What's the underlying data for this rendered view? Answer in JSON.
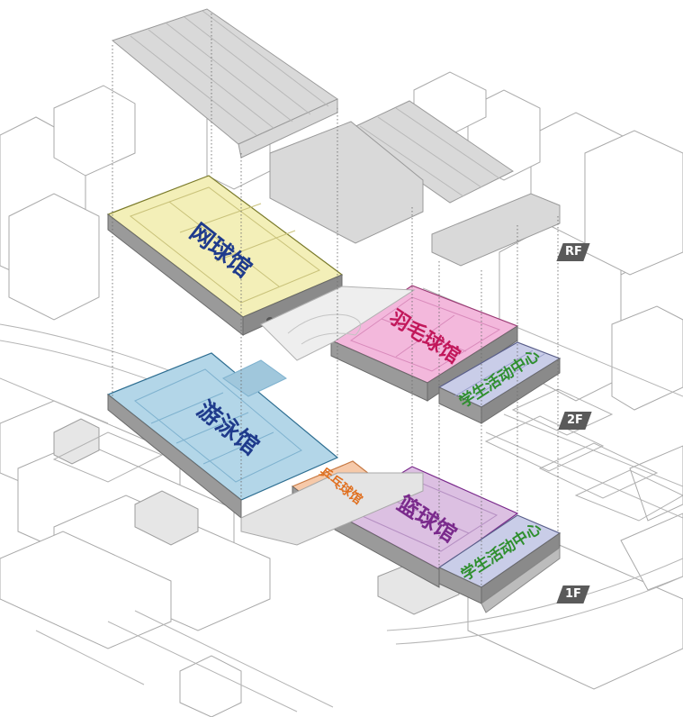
{
  "levels": {
    "roof": "RF",
    "second": "2F",
    "first": "1F"
  },
  "venues": {
    "tennis": "网球馆",
    "badminton": "羽毛球馆",
    "swimming": "游泳馆",
    "table_tennis": "乒乓球馆",
    "basketball": "篮球馆",
    "activity_upper": "学生活动中心",
    "activity_lower": "学生活动中心"
  },
  "colors": {
    "tennis": "#f3efb8",
    "badminton": "#f3b8dc",
    "swimming": "#b3d6e8",
    "table_tennis": "#f6c9a9",
    "basketball": "#dcc0e2",
    "activity": "#c9cde8",
    "label_blue": "#1f3b8c",
    "label_magenta": "#c2185b",
    "label_purple": "#7a2a8c",
    "label_green": "#2f8f2f",
    "label_orange": "#e07020",
    "level_tag": "#5a5a5a"
  }
}
